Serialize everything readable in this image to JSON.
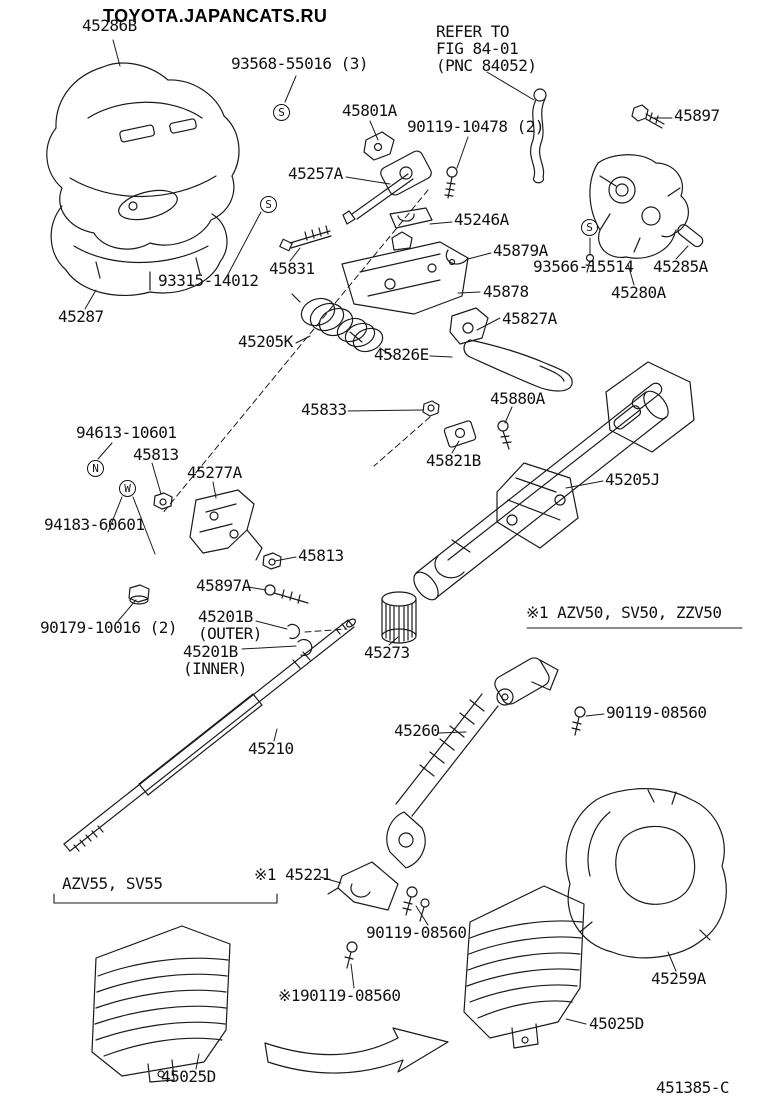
{
  "header": {
    "watermark": "TOYOTA.JAPANCATS.RU"
  },
  "footer": {
    "code": "451385-C"
  },
  "colors": {
    "ink": "#1a1a1a",
    "background": "#ffffff"
  },
  "symbols": {
    "s1": "S",
    "s2": "S",
    "s3": "S",
    "n": "N",
    "w": "W"
  },
  "labels": {
    "p45286B": "45286B",
    "p93568_55016": "93568-55016 (3)",
    "refer_note": "REFER TO\nFIG 84-01\n(PNC 84052)",
    "p45801A": "45801A",
    "p90119_10478": "90119-10478 (2)",
    "p45897": "45897",
    "p45257A": "45257A",
    "p45246A": "45246A",
    "p45879A": "45879A",
    "p93566_15514": "93566-15514",
    "p45285A": "45285A",
    "p93315_14012": "93315-14012",
    "p45831": "45831",
    "p45878": "45878",
    "p45280A": "45280A",
    "p45287": "45287",
    "p45827A": "45827A",
    "p45205K": "45205K",
    "p45826E": "45826E",
    "p45833": "45833",
    "p45880A": "45880A",
    "p94613_10601": "94613-10601",
    "p45813_a": "45813",
    "p45277A": "45277A",
    "p45821B": "45821B",
    "p45205J": "45205J",
    "p94183_60601": "94183-60601",
    "p45813_b": "45813",
    "p45897A": "45897A",
    "p90179_10016": "90179-10016 (2)",
    "p45201B_outer": "45201B\n(OUTER)",
    "p45201B_inner": "45201B\n(INNER)",
    "p45273": "45273",
    "note_azv50": "※1 AZV50, SV50, ZZV50",
    "p45210": "45210",
    "p45260": "45260",
    "p90119_08560_a": "90119-08560",
    "note_azv55": "AZV55, SV55",
    "p45221": "※1 45221",
    "p90119_08560_b": "90119-08560",
    "p90119_08560_c": "※190119-08560",
    "p45259A": "45259A",
    "p45025D_right": "45025D",
    "p45025D_left": "45025D"
  }
}
